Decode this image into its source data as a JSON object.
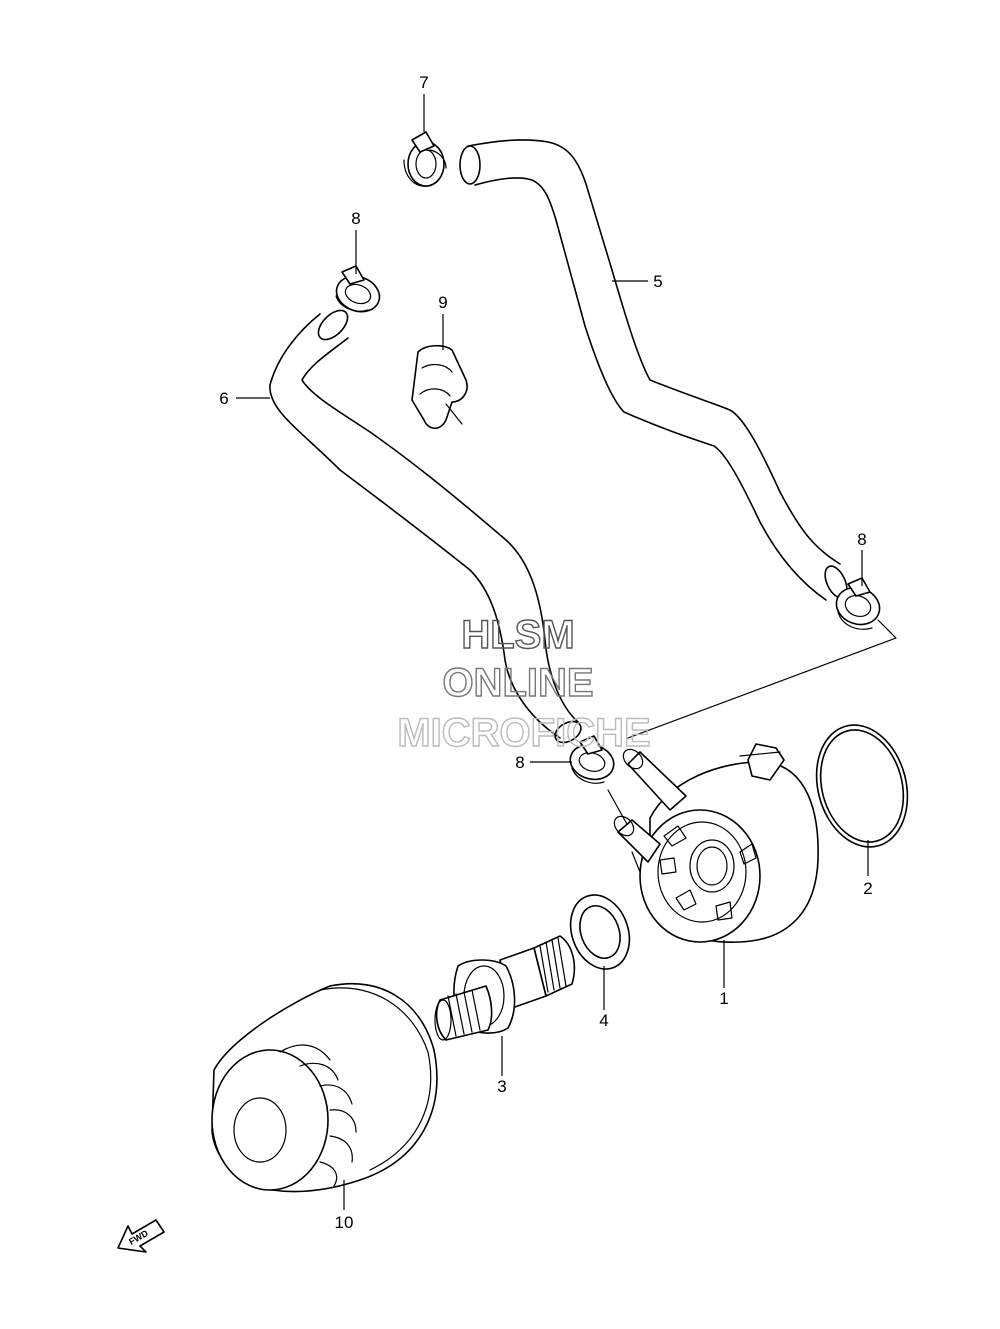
{
  "parts": [
    {
      "number": "1",
      "part": "oil-cooler"
    },
    {
      "number": "2",
      "part": "o-ring-large"
    },
    {
      "number": "3",
      "part": "union-bolt"
    },
    {
      "number": "4",
      "part": "gasket-ring"
    },
    {
      "number": "5",
      "part": "hose-upper"
    },
    {
      "number": "6",
      "part": "hose-lower"
    },
    {
      "number": "7",
      "part": "hose-clamp"
    },
    {
      "number": "8",
      "part": "hose-clamp"
    },
    {
      "number": "9",
      "part": "hose-clip"
    },
    {
      "number": "10",
      "part": "oil-filter"
    }
  ],
  "labels": {
    "p1": "1",
    "p2": "2",
    "p3": "3",
    "p4": "4",
    "p5": "5",
    "p6": "6",
    "p7": "7",
    "p8a": "8",
    "p8b": "8",
    "p8c": "8",
    "p9": "9",
    "p10": "10"
  },
  "watermark": {
    "line1": "HLSM",
    "line2": "ONLINE",
    "line3": "MICROFICHE"
  },
  "fwd_label": "FWD",
  "colors": {
    "line": "#000000",
    "background": "#ffffff",
    "watermark_dark": "#555555",
    "watermark_light": "#bbbbbb"
  }
}
